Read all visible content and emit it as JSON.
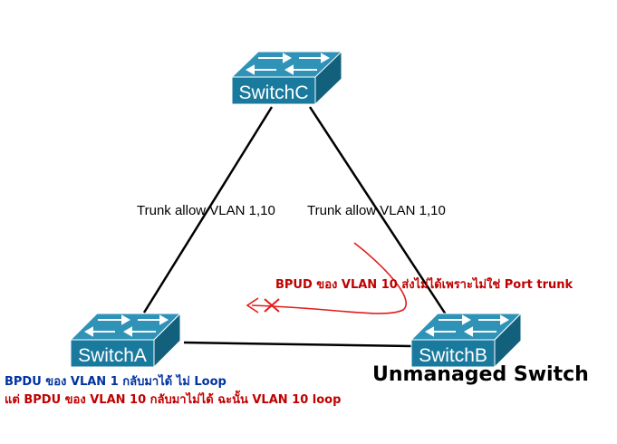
{
  "switches": {
    "c": {
      "label": "SwitchC"
    },
    "a": {
      "label": "SwitchA"
    },
    "b": {
      "label": "SwitchB"
    }
  },
  "links": {
    "c_a": {
      "label": "Trunk allow VLAN 1,10"
    },
    "c_b": {
      "label": "Trunk allow VLAN 1,10"
    }
  },
  "annotations": {
    "bpud_note": "BPUD ของ VLAN 10 ส่งไม่ได้เพราะไม่ใช่ Port trunk",
    "unmanaged": "Unmanaged Switch",
    "switch_a_note_line1": "BPDU ของ VLAN 1 กลับมาได้ ไม่ Loop",
    "switch_a_note_line2": "แต่ BPDU ของ VLAN 10 กลับมาไม่ได้ ฉะนั้น VLAN 10 loop"
  },
  "colors": {
    "switch_front": "#1a7a9e",
    "switch_top": "#2f93b8",
    "switch_side": "#12607c",
    "link": "#000000",
    "annotation_red": "#c00000",
    "annotation_blue": "#0033a0",
    "blocked_path": "#e31b1b"
  },
  "icons": {
    "switch": "network-switch-icon",
    "blocked": "blocked-x-icon"
  }
}
